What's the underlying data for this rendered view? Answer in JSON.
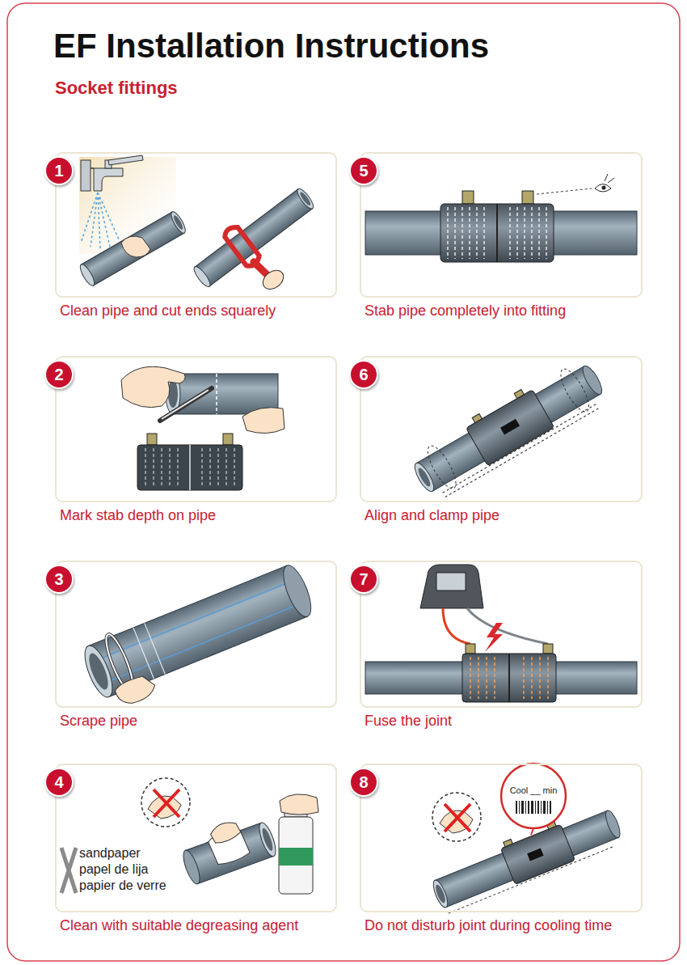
{
  "diagram": {
    "title": "EF Installation Instructions",
    "nodes": [
      {
        "text": [
          "Clean pipe and cut ends squarely"
        ]
      },
      {
        "text": [
          "1"
        ],
        "in": 0
      },
      {
        "text": [
          "Mark stab depth on pipe"
        ]
      },
      {
        "text": [
          "2"
        ],
        "in": 2
      },
      {
        "text": [
          "Scrape pipe"
        ]
      },
      {
        "text": [
          "3"
        ],
        "in": 4
      },
      {
        "text": [
          "Clean with suitable degreasing agent"
        ]
      },
      {
        "text": [
          "4"
        ],
        "in": 6
      },
      {
        "text": [
          "Stab pipe completely into fitting"
        ]
      },
      {
        "text": [
          "5"
        ],
        "in": 8
      },
      {
        "text": [
          "Align and clamp pipe"
        ]
      },
      {
        "text": [
          "6"
        ],
        "in": 10
      },
      {
        "text": [
          "Fuse the joint"
        ]
      },
      {
        "text": [
          "7"
        ],
        "in": 12
      },
      {
        "text": [
          "Do not disturb joint during cooling time"
        ]
      },
      {
        "text": [
          "8"
        ],
        "in": 14
      }
    ],
    "labels": [
      "Socket fittings",
      "sandpaper",
      "papel de lija",
      "papier de verre",
      "Cool __ min"
    ]
  }
}
